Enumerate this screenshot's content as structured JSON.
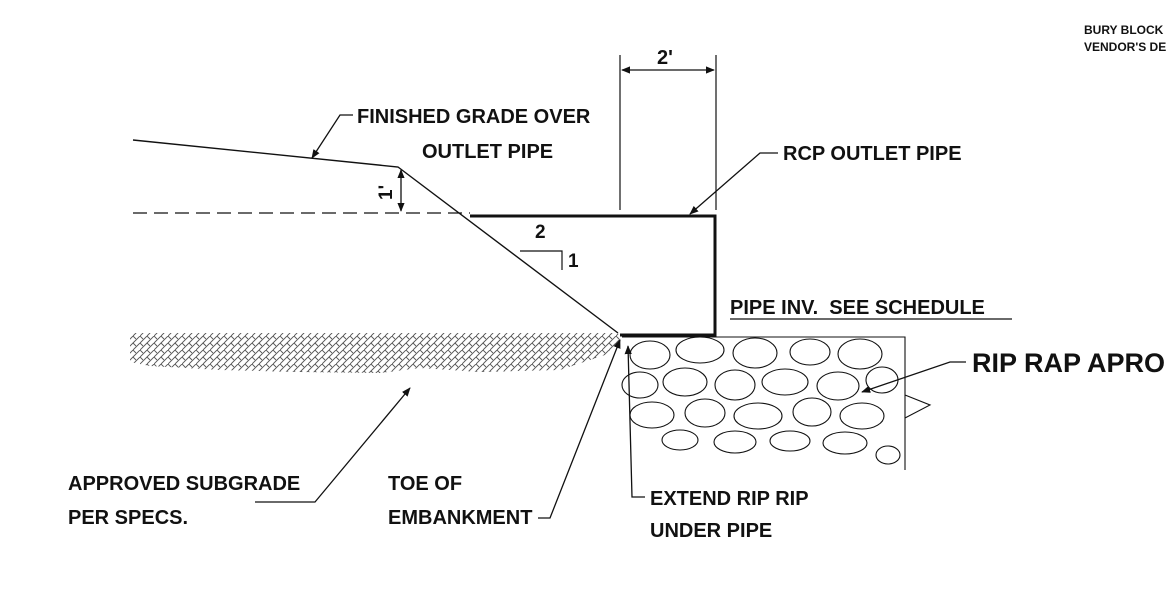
{
  "labels": {
    "corner_note_1": "BURY BLOCK",
    "corner_note_2": "VENDOR'S DE",
    "dim_width": "2'",
    "dim_height": "1'",
    "slope_run": "2",
    "slope_rise": "1",
    "finished_grade_1": "FINISHED GRADE OVER",
    "finished_grade_2": "OUTLET PIPE",
    "rcp_outlet": "RCP OUTLET PIPE",
    "pipe_inv": "PIPE INV.  SEE SCHEDULE",
    "rip_rap": "RIP RAP APRO",
    "subgrade_1": "APPROVED SUBGRADE",
    "subgrade_2": "PER SPECS.",
    "toe_1": "TOE OF",
    "toe_2": "EMBANKMENT",
    "extend_1": "EXTEND RIP RIP",
    "extend_2": "UNDER PIPE"
  },
  "colors": {
    "line": "#111111",
    "hatch": "#555555",
    "background": "#ffffff"
  }
}
